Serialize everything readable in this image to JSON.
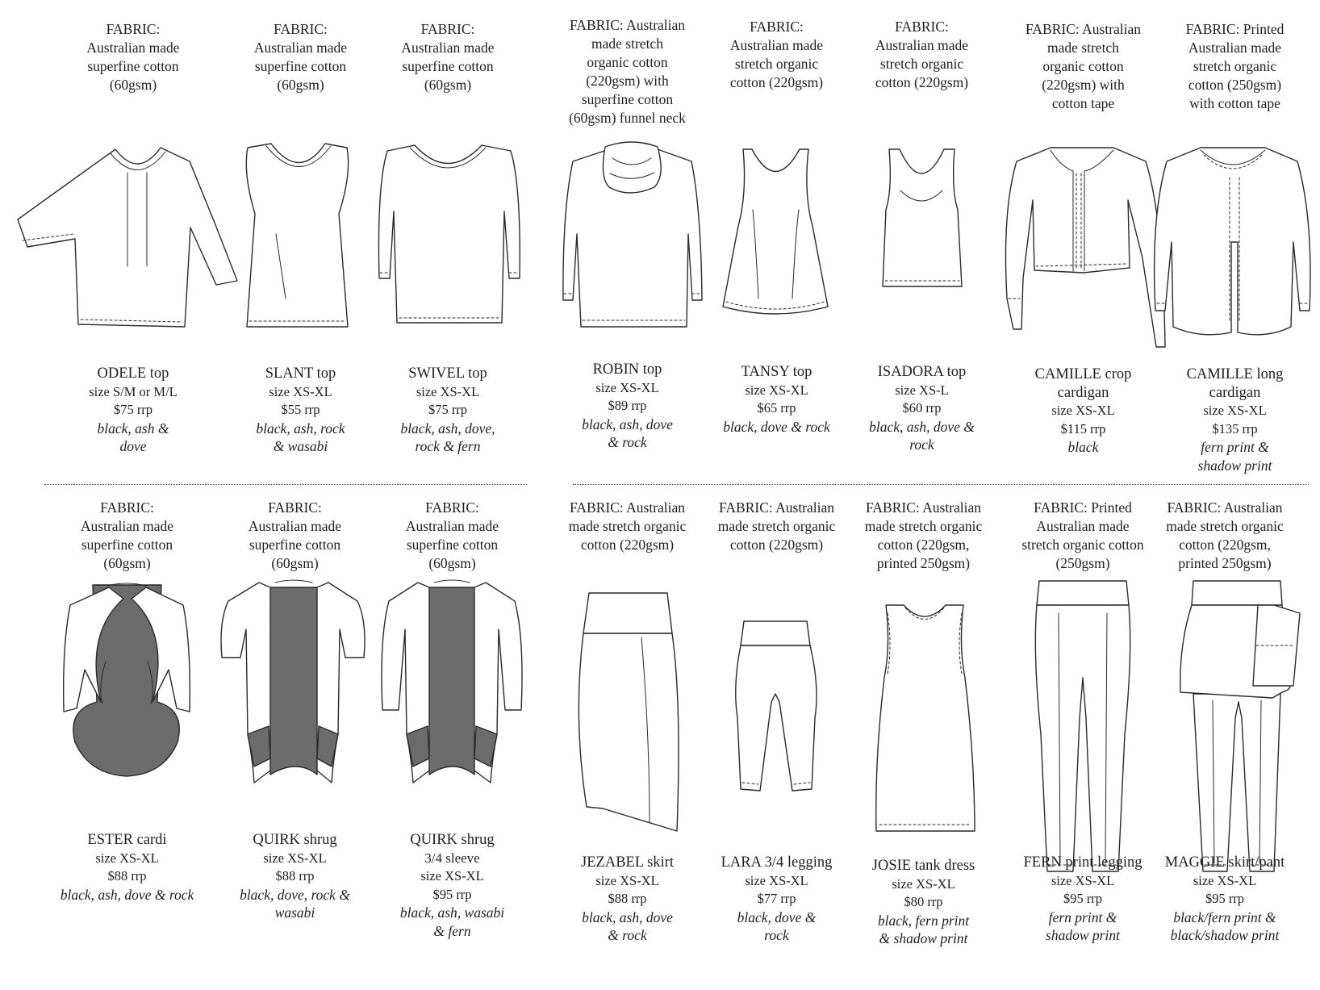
{
  "garments": [
    {
      "id": "odele",
      "fabric": [
        "FABRIC:",
        "Australian made",
        "superfine cotton",
        "(60gsm)"
      ],
      "name": "ODELE top",
      "size": "size S/M or M/L",
      "price": "$75 rrp",
      "colors": [
        "black, ash &",
        "dove"
      ]
    },
    {
      "id": "slant",
      "fabric": [
        "FABRIC:",
        "Australian made",
        "superfine cotton",
        "(60gsm)"
      ],
      "name": "SLANT top",
      "size": "size XS-XL",
      "price": "$55 rrp",
      "colors": [
        "black, ash, rock",
        "& wasabi"
      ]
    },
    {
      "id": "swivel",
      "fabric": [
        "FABRIC:",
        "Australian made",
        "superfine cotton",
        "(60gsm)"
      ],
      "name": "SWIVEL top",
      "size": "size XS-XL",
      "price": "$75 rrp",
      "colors": [
        "black, ash, dove,",
        "rock & fern"
      ]
    },
    {
      "id": "robin",
      "fabric": [
        "FABRIC: Australian",
        "made  stretch",
        "organic cotton",
        "(220gsm) with",
        "superfine cotton",
        "(60gsm) funnel neck"
      ],
      "name": "ROBIN top",
      "size": "size XS-XL",
      "price": "$89 rrp",
      "colors": [
        "black, ash, dove",
        "& rock"
      ]
    },
    {
      "id": "tansy",
      "fabric": [
        "FABRIC:",
        "Australian made",
        "stretch organic",
        "cotton (220gsm)"
      ],
      "name": "TANSY top",
      "size": "size XS-XL",
      "price": "$65 rrp",
      "colors": [
        "black, dove & rock"
      ]
    },
    {
      "id": "isadora",
      "fabric": [
        "FABRIC:",
        "Australian made",
        "stretch organic",
        "cotton (220gsm)"
      ],
      "name": "ISADORA top",
      "size": "size XS-L",
      "price": "$60 rrp",
      "colors": [
        "black, ash, dove &",
        "rock"
      ]
    },
    {
      "id": "camille-crop",
      "fabric": [
        "FABRIC: Australian",
        "made  stretch",
        "organic cotton",
        "(220gsm) with",
        "cotton tape"
      ],
      "name": "CAMILLE crop",
      "name2": "cardigan",
      "size": "size XS-XL",
      "price": "$115 rrp",
      "colors": [
        "black"
      ]
    },
    {
      "id": "camille-long",
      "fabric": [
        "FABRIC: Printed",
        "Australian made",
        "stretch organic",
        "cotton (250gsm)",
        "with cotton tape"
      ],
      "name": "CAMILLE long",
      "name2": "cardigan",
      "size": "size XS-XL",
      "price": "$135 rrp",
      "colors": [
        "fern print &",
        "shadow print"
      ]
    },
    {
      "id": "ester",
      "fabric": [
        "FABRIC:",
        "Australian made",
        "superfine cotton",
        "(60gsm)"
      ],
      "name": "ESTER cardi",
      "size": "size XS-XL",
      "price": "$88 rrp",
      "colors": [
        "black, ash, dove & rock"
      ]
    },
    {
      "id": "quirk1",
      "fabric": [
        "FABRIC:",
        "Australian made",
        "superfine cotton",
        "(60gsm)"
      ],
      "name": "QUIRK shrug",
      "size": "size XS-XL",
      "price": "$88 rrp",
      "colors": [
        "black, dove, rock &",
        "wasabi"
      ]
    },
    {
      "id": "quirk2",
      "fabric": [
        "FABRIC:",
        "Australian made",
        "superfine cotton",
        "(60gsm)"
      ],
      "name": "QUIRK shrug",
      "name2": "3/4 sleeve",
      "size": "size XS-XL",
      "price": "$95 rrp",
      "colors": [
        "black, ash, wasabi",
        "& fern"
      ]
    },
    {
      "id": "jezabel",
      "fabric": [
        "FABRIC: Australian",
        "made stretch organic",
        "cotton (220gsm)"
      ],
      "name": "JEZABEL skirt",
      "size": "size XS-XL",
      "price": "$88 rrp",
      "colors": [
        "black, ash, dove",
        "& rock"
      ]
    },
    {
      "id": "lara",
      "fabric": [
        "FABRIC: Australian",
        "made stretch organic",
        "cotton (220gsm)"
      ],
      "name": "LARA 3/4 legging",
      "size": "size XS-XL",
      "price": "$77 rrp",
      "colors": [
        "black, dove &",
        "rock"
      ]
    },
    {
      "id": "josie",
      "fabric": [
        "FABRIC: Australian",
        "made stretch organic",
        "cotton (220gsm,",
        "printed 250gsm)"
      ],
      "name": "JOSIE tank dress",
      "size": "size XS-XL",
      "price": "$80 rrp",
      "colors": [
        "black, fern print",
        "& shadow print"
      ]
    },
    {
      "id": "fern",
      "fabric": [
        "FABRIC: Printed",
        "Australian made",
        "stretch organic cotton",
        "(250gsm)"
      ],
      "name": "FERN print legging",
      "size": "size XS-XL",
      "price": "$95 rrp",
      "colors": [
        "fern print &",
        "shadow print"
      ]
    },
    {
      "id": "maggie",
      "fabric": [
        "FABRIC: Australian",
        "made stretch organic",
        "cotton (220gsm,",
        "printed 250gsm)"
      ],
      "name": "MAGGIE skirt/pant",
      "size": "size XS-XL",
      "price": "$95 rrp",
      "colors": [
        "black/fern print &",
        "black/shadow print"
      ]
    }
  ]
}
